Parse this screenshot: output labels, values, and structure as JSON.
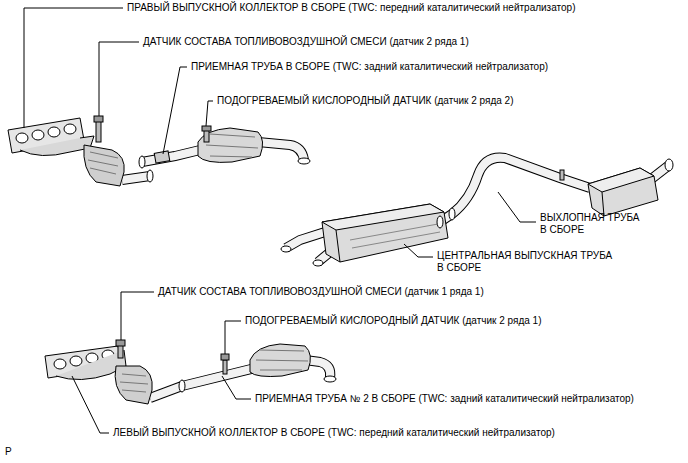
{
  "diagram": {
    "labels": [
      "ПРАВЫЙ ВЫПУСКНОЙ КОЛЛЕКТОР В СБОРЕ (TWC: передний каталитический нейтрализатор)",
      "ДАТЧИК СОСТАВА ТОПЛИВОВОЗДУШНОЙ СМЕСИ (датчик 2 ряда 1)",
      "ПРИЕМНАЯ ТРУБА В СБОРЕ (TWC: задний каталитический нейтрализатор)",
      "ПОДОГРЕВАЕМЫЙ КИСЛОРОДНЫЙ ДАТЧИК (датчик 2 ряда 2)",
      "ВЫХЛОПНАЯ ТРУБА В СБОРЕ",
      "ЦЕНТРАЛЬНАЯ ВЫПУСКНАЯ ТРУБА В СБОРЕ",
      "ДАТЧИК СОСТАВА ТОПЛИВОВОЗДУШНОЙ СМЕСИ (датчик 1 ряда 1)",
      "ПОДОГРЕВАЕМЫЙ КИСЛОРОДНЫЙ ДАТЧИК (датчик 2 ряда 1)",
      "ПРИЕМНАЯ ТРУБА № 2 В СБОРЕ (TWC: задний каталитический нейтрализатор)",
      "ЛЕВЫЙ ВЫПУСКНОЙ КОЛЛЕКТОР В СБОРЕ (TWC: передний каталитический нейтрализатор)",
      "P"
    ]
  }
}
